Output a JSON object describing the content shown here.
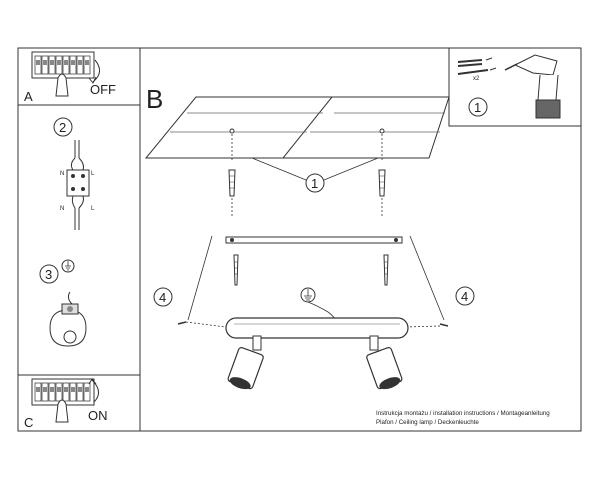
{
  "panels": {
    "a": {
      "letter": "A",
      "text": "OFF"
    },
    "b": {
      "letter": "B"
    },
    "c": {
      "letter": "C",
      "text": "ON"
    }
  },
  "tools": {
    "step": "1",
    "anchor_count": "x2"
  },
  "steps": {
    "wiring": "2",
    "earth": "3",
    "anchors": "1",
    "screw_left": "4",
    "screw_right": "4"
  },
  "terminal_labels": {
    "n_top": "N",
    "l_top": "L",
    "n_bottom": "N",
    "l_bottom": "L"
  },
  "caption": {
    "line1": "Instrukcja montażu / installation instructions / Montageanleitung",
    "line2": "Plafon / Ceiling lamp / Deckenleuchte"
  }
}
